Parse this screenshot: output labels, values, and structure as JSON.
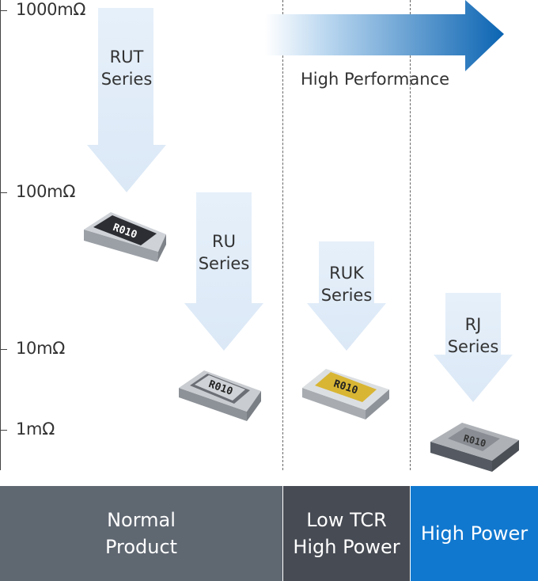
{
  "y_axis": {
    "ticks": [
      "1000mΩ",
      "100mΩ",
      "10mΩ",
      "1mΩ"
    ]
  },
  "performance_arrow": {
    "label": "High Performance"
  },
  "series": [
    {
      "name": "RUT",
      "suffix": "Series",
      "chip_marking": "R010",
      "chip_color": "dark"
    },
    {
      "name": "RU",
      "suffix": "Series",
      "chip_marking": "R010",
      "chip_color": "gray"
    },
    {
      "name": "RUK",
      "suffix": "Series",
      "chip_marking": "R010",
      "chip_color": "gold"
    },
    {
      "name": "RJ",
      "suffix": "Series",
      "chip_marking": "R010",
      "chip_color": "gray"
    }
  ],
  "categories": [
    {
      "lines": [
        "Normal",
        "Product"
      ],
      "color": "#5f6771"
    },
    {
      "lines": [
        "Low TCR",
        "High Power"
      ],
      "color": "#474b53"
    },
    {
      "lines": [
        "High Power"
      ],
      "color": "#1178cf"
    }
  ],
  "colors": {
    "arrow_light": "#e8f1fb",
    "arrow_blue": "#0e6ab8"
  }
}
